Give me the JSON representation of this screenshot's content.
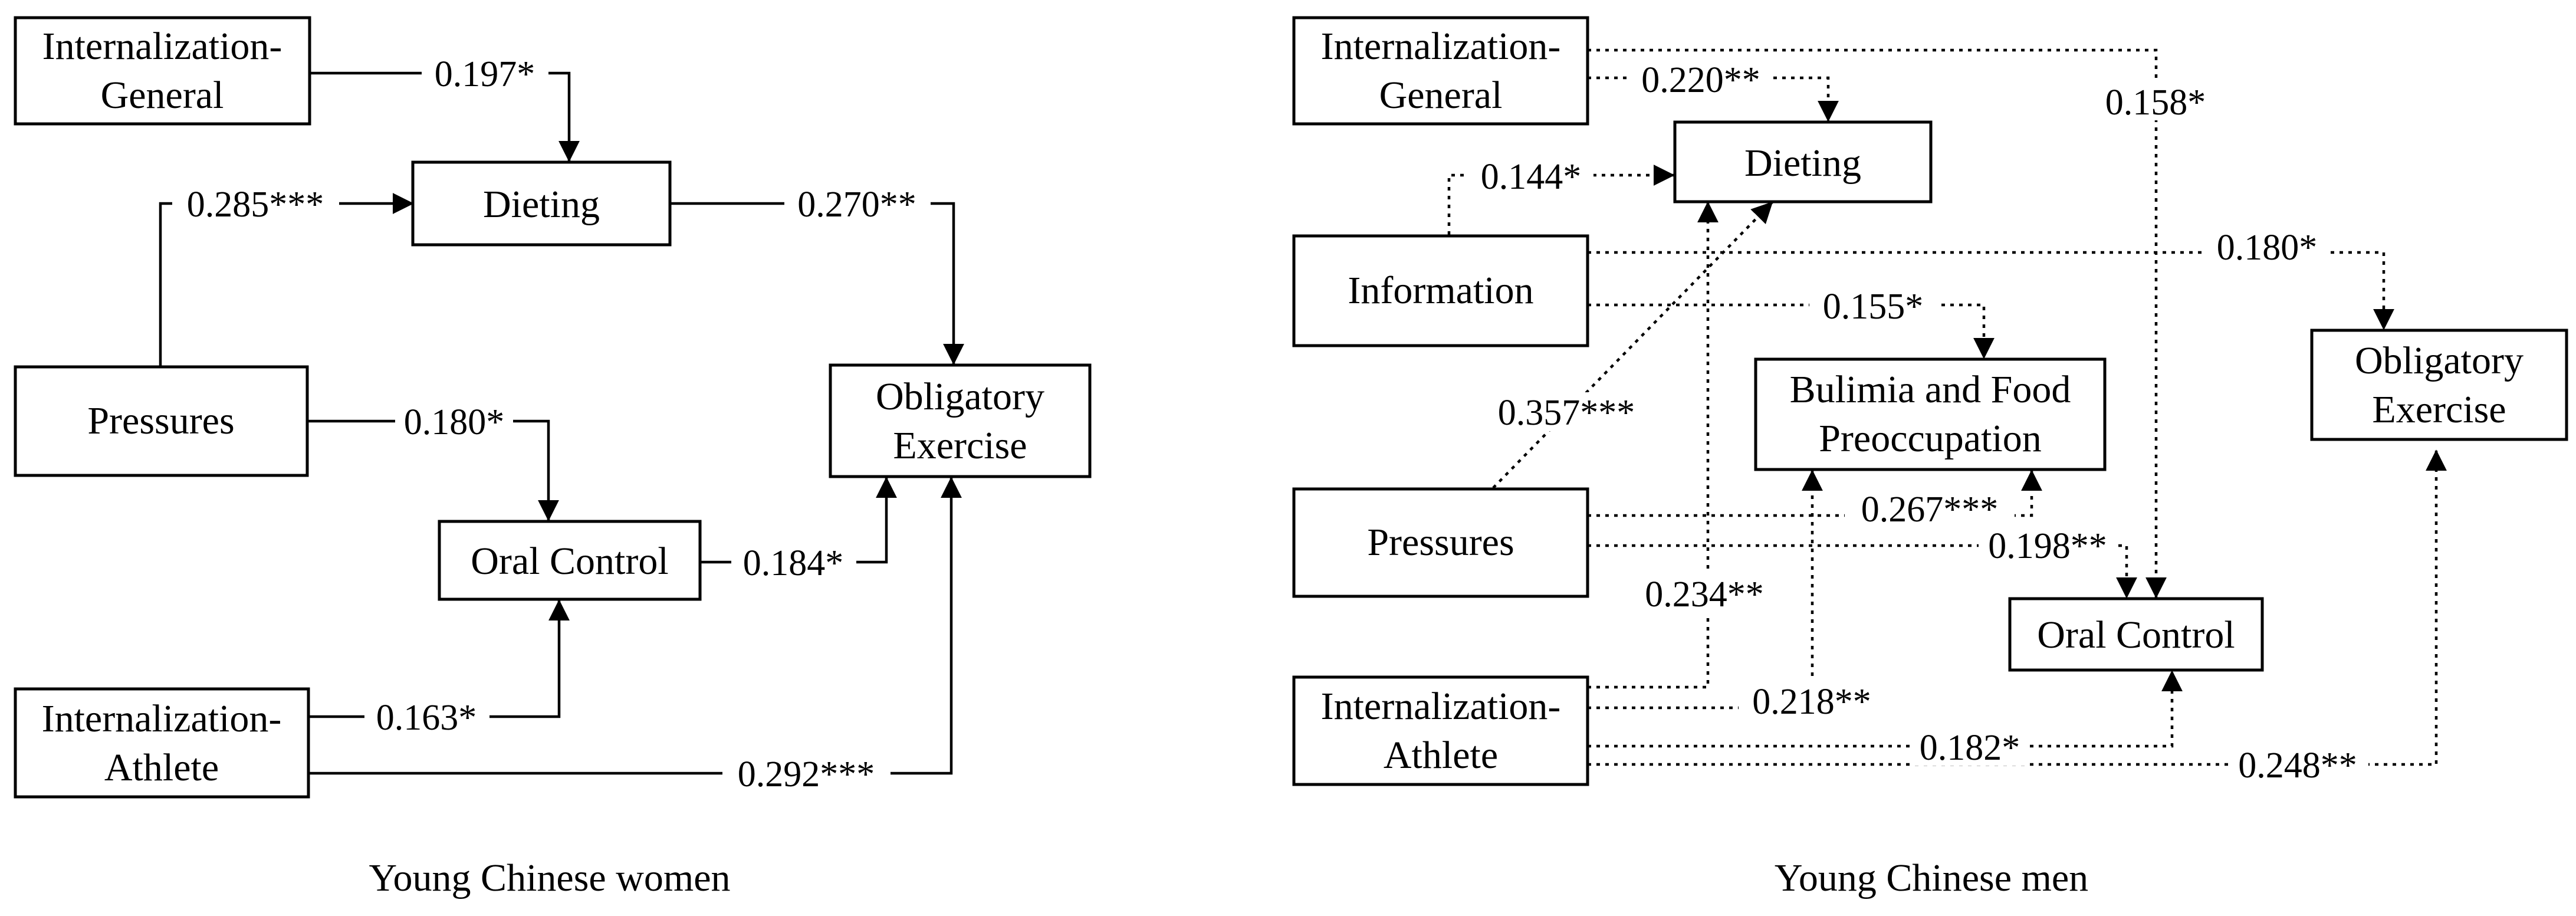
{
  "panels": {
    "women": {
      "caption": "Young Chinese women",
      "nodes": {
        "int_general": [
          "Internalization-",
          "General"
        ],
        "dieting": [
          "Dieting"
        ],
        "pressures": [
          "Pressures"
        ],
        "obligatory": [
          "Obligatory",
          "Exercise"
        ],
        "oral": [
          "Oral Control"
        ],
        "int_athlete": [
          "Internalization-",
          "Athlete"
        ]
      },
      "paths": [
        {
          "from": "int_general",
          "to": "dieting",
          "coef": "0.197*"
        },
        {
          "from": "pressures",
          "to": "dieting",
          "coef": "0.285***"
        },
        {
          "from": "dieting",
          "to": "obligatory",
          "coef": "0.270**"
        },
        {
          "from": "pressures",
          "to": "oral",
          "coef": "0.180*"
        },
        {
          "from": "oral",
          "to": "obligatory",
          "coef": "0.184*"
        },
        {
          "from": "int_athlete",
          "to": "oral",
          "coef": "0.163*"
        },
        {
          "from": "int_athlete",
          "to": "obligatory",
          "coef": "0.292***"
        }
      ]
    },
    "men": {
      "caption": "Young Chinese men",
      "nodes": {
        "int_general": [
          "Internalization-",
          "General"
        ],
        "dieting": [
          "Dieting"
        ],
        "information": [
          "Information"
        ],
        "obligatory": [
          "Obligatory",
          "Exercise"
        ],
        "bulimia": [
          "Bulimia and Food",
          "Preoccupation"
        ],
        "pressures": [
          "Pressures"
        ],
        "oral": [
          "Oral Control"
        ],
        "int_athlete": [
          "Internalization-",
          "Athlete"
        ]
      },
      "paths": [
        {
          "from": "int_general",
          "to": "dieting",
          "coef": "0.220**"
        },
        {
          "from": "int_general",
          "to": "oral",
          "coef": "0.158*"
        },
        {
          "from": "information",
          "to": "dieting",
          "coef": "0.144*"
        },
        {
          "from": "information",
          "to": "obligatory",
          "coef": "0.180*"
        },
        {
          "from": "information",
          "to": "bulimia",
          "coef": "0.155*"
        },
        {
          "from": "pressures",
          "to": "dieting",
          "coef": "0.357***"
        },
        {
          "from": "pressures",
          "to": "bulimia",
          "coef": "0.267***"
        },
        {
          "from": "pressures",
          "to": "oral",
          "coef": "0.198**"
        },
        {
          "from": "int_athlete",
          "to": "dieting",
          "coef": "0.234**"
        },
        {
          "from": "int_athlete",
          "to": "bulimia",
          "coef": "0.218**"
        },
        {
          "from": "int_athlete",
          "to": "oral",
          "coef": "0.182*"
        },
        {
          "from": "int_athlete",
          "to": "obligatory",
          "coef": "0.248**"
        }
      ]
    }
  }
}
